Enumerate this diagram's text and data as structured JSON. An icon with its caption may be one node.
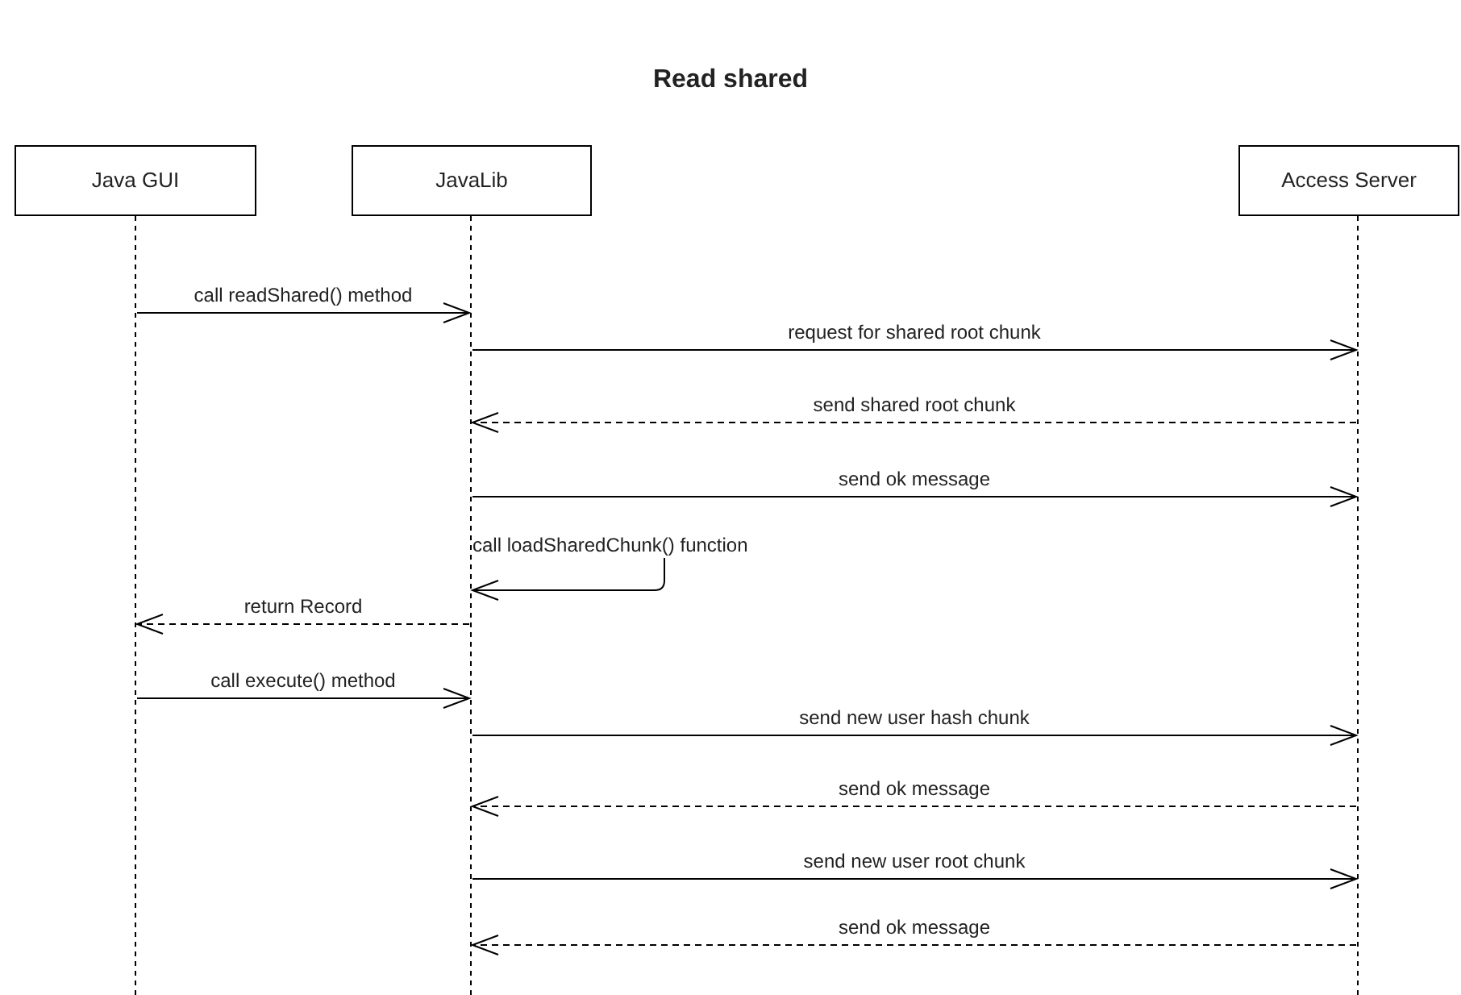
{
  "diagram": {
    "title": "Read shared",
    "nodes": [
      {
        "text": [
          "Java GUI"
        ]
      },
      {
        "text": [
          "JavaLib"
        ]
      },
      {
        "text": [
          "Access Server"
        ]
      }
    ],
    "edges": [
      {
        "from": 0,
        "to": 1,
        "arrow": "to",
        "label": "call readShared() method"
      },
      {
        "from": 1,
        "to": 2,
        "arrow": "to",
        "label": "request for shared root chunk"
      },
      {
        "from": 2,
        "to": 1,
        "arrow": "to",
        "label": "send shared root chunk",
        "style": "dashed"
      },
      {
        "from": 1,
        "to": 2,
        "arrow": "to",
        "label": "send ok message"
      },
      {
        "from": 1,
        "to": 1,
        "arrow": "to",
        "label": "call loadSharedChunk() function"
      },
      {
        "from": 1,
        "to": 0,
        "arrow": "to",
        "label": "return Record",
        "style": "dashed"
      },
      {
        "from": 0,
        "to": 1,
        "arrow": "to",
        "label": "call execute() method"
      },
      {
        "from": 1,
        "to": 2,
        "arrow": "to",
        "label": "send new user hash chunk"
      },
      {
        "from": 2,
        "to": 1,
        "arrow": "to",
        "label": "send ok message",
        "style": "dashed"
      },
      {
        "from": 1,
        "to": 2,
        "arrow": "to",
        "label": "send new user root chunk"
      },
      {
        "from": 2,
        "to": 1,
        "arrow": "to",
        "label": "send ok message",
        "style": "dashed"
      }
    ]
  }
}
